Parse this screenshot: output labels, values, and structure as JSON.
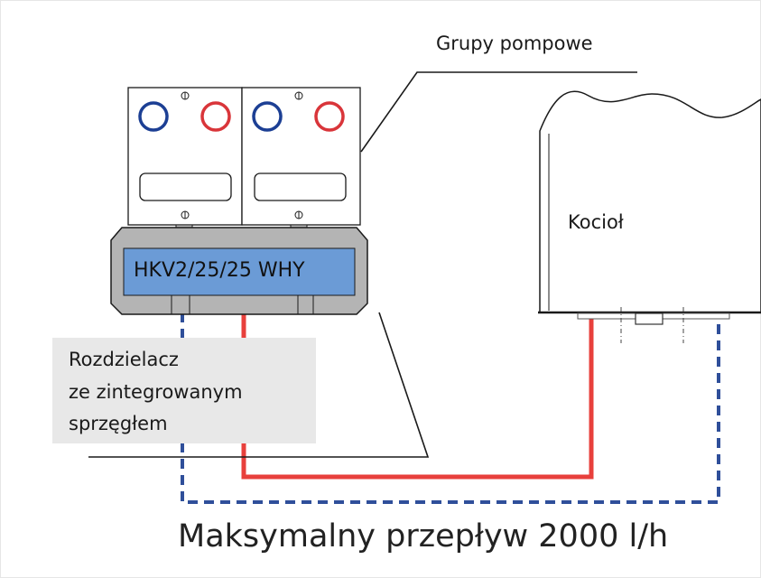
{
  "labels": {
    "pump_groups": "Grupy pompowe",
    "boiler": "Kocioł",
    "distributor_model": "HKV2/25/25 WHY",
    "distributor_lines": [
      "Rozdzielacz",
      "ze zintegrowanym",
      "sprzęgłem"
    ],
    "max_flow": "Maksymalny przepływ 2000 l/h"
  },
  "colors": {
    "supply_pipe": "#e8403c",
    "return_pipe": "#2f4f9a",
    "cold_connection": "#1c3f94",
    "hot_connection": "#d9353a",
    "distributor_label_fill": "#6b9bd6",
    "distributor_body": "#b4b4b4",
    "callout_box": "#e8e8e8"
  }
}
